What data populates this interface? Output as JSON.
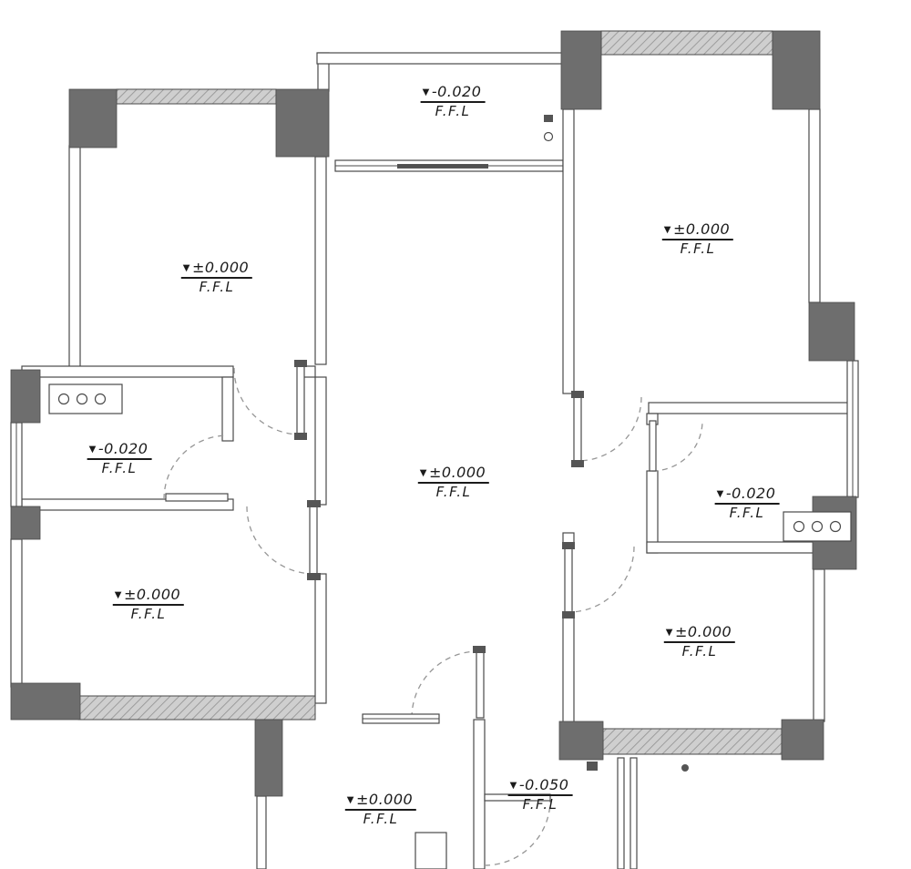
{
  "document": {
    "type": "architectural-floor-plan",
    "background": "#ffffff"
  },
  "palette": {
    "solid_wall": "#6e6e6e",
    "hatch_wall": "#cfcfcf",
    "line": "#4a4a4a",
    "door_swing": "#969696",
    "text": "#1b1b1b"
  },
  "icons": {
    "level_marker": "▼"
  },
  "labels": [
    {
      "id": "entry-level",
      "value": "-0.020",
      "unit": "F.F.L"
    },
    {
      "id": "bedroom-top-right",
      "value": "±0.000",
      "unit": "F.F.L"
    },
    {
      "id": "bedroom-top-left",
      "value": "±0.000",
      "unit": "F.F.L"
    },
    {
      "id": "bath-left",
      "value": "-0.020",
      "unit": "F.F.L"
    },
    {
      "id": "living-room",
      "value": "±0.000",
      "unit": "F.F.L"
    },
    {
      "id": "kitchen-right",
      "value": "-0.020",
      "unit": "F.F.L"
    },
    {
      "id": "bedroom-bottom-left",
      "value": "±0.000",
      "unit": "F.F.L"
    },
    {
      "id": "bedroom-bottom-right",
      "value": "±0.000",
      "unit": "F.F.L"
    },
    {
      "id": "hall-bottom",
      "value": "±0.000",
      "unit": "F.F.L"
    },
    {
      "id": "bath-bottom",
      "value": "-0.050",
      "unit": "F.F.L"
    }
  ]
}
